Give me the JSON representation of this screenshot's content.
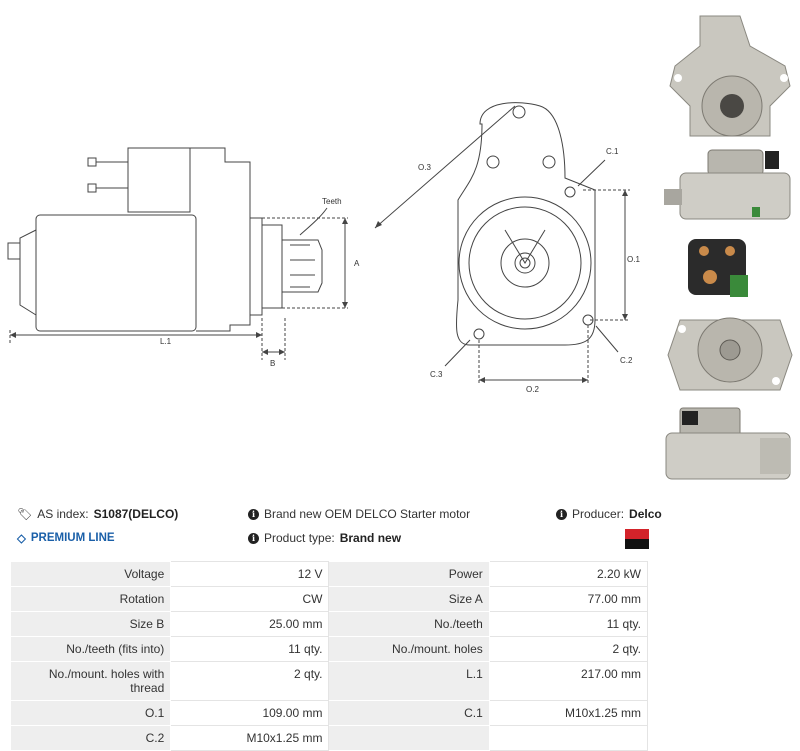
{
  "drawing": {
    "labels": {
      "teeth": "Teeth",
      "a": "A",
      "b": "B",
      "l1": "L.1",
      "o1": "O.1",
      "o2": "O.2",
      "o3": "O.3",
      "c1": "C.1",
      "c2": "C.2",
      "c3": "C.3"
    }
  },
  "photos": [
    "starter-front-photo-icon",
    "starter-side-photo-icon",
    "starter-solenoid-photo-icon",
    "starter-flange-photo-icon",
    "starter-side-photo-2-icon"
  ],
  "info": {
    "as_index_label": "AS index:",
    "as_index_value": "S1087(DELCO)",
    "premium_line": "PREMIUM LINE",
    "description": "Brand new OEM DELCO Starter motor",
    "product_type_label": "Product type:",
    "product_type_value": "Brand new",
    "producer_label": "Producer:",
    "producer_value": "Delco",
    "flag_colors": [
      "#d3232a",
      "#111111"
    ]
  },
  "specs": [
    [
      {
        "label": "Voltage",
        "value": "12 V"
      },
      {
        "label": "Power",
        "value": "2.20 kW"
      }
    ],
    [
      {
        "label": "Rotation",
        "value": "CW"
      },
      {
        "label": "Size A",
        "value": "77.00 mm"
      }
    ],
    [
      {
        "label": "Size B",
        "value": "25.00 mm"
      },
      {
        "label": "No./teeth",
        "value": "11 qty."
      }
    ],
    [
      {
        "label": "No./teeth (fits into)",
        "value": "11 qty."
      },
      {
        "label": "No./mount. holes",
        "value": "2 qty."
      }
    ],
    [
      {
        "label": "No./mount. holes with thread",
        "value": "2 qty."
      },
      {
        "label": "L.1",
        "value": "217.00 mm"
      }
    ],
    [
      {
        "label": "O.1",
        "value": "109.00 mm"
      },
      {
        "label": "C.1",
        "value": "M10x1.25 mm"
      }
    ],
    [
      {
        "label": "C.2",
        "value": "M10x1.25 mm"
      },
      {
        "label": "",
        "value": ""
      }
    ]
  ]
}
